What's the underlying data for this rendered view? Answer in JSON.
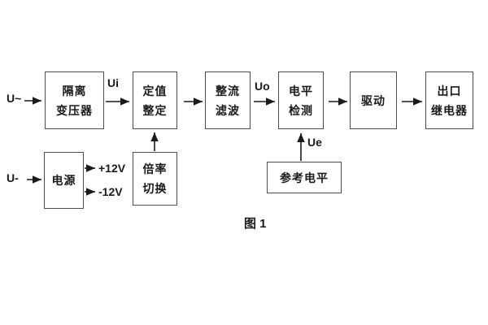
{
  "diagram": {
    "caption": "图 1",
    "inputs": {
      "ac": "U~",
      "dc": "U-"
    },
    "signals": {
      "ui": "Ui",
      "uo": "Uo",
      "ue": "Ue"
    },
    "rails": {
      "pos": "+12V",
      "neg": "-12V"
    },
    "blocks": {
      "isolation_transformer": {
        "line1": "隔离",
        "line2": "变压器"
      },
      "setting_adjust": {
        "line1": "定值",
        "line2": "整定"
      },
      "rectifier_filter": {
        "line1": "整流",
        "line2": "滤波"
      },
      "level_detect": {
        "line1": "电平",
        "line2": "检测"
      },
      "driver": {
        "line1": "驱动"
      },
      "output_relay": {
        "line1": "出口",
        "line2": "继电器"
      },
      "power_supply": {
        "line1": "电源"
      },
      "ratio_switch": {
        "line1": "倍率",
        "line2": "切换"
      },
      "reference_level": {
        "line1": "参考电平"
      }
    },
    "colors": {
      "background": "#ffffff",
      "box_border": "#4d4d4d",
      "text": "#1a1a1a",
      "line": "#1a1a1a"
    }
  }
}
